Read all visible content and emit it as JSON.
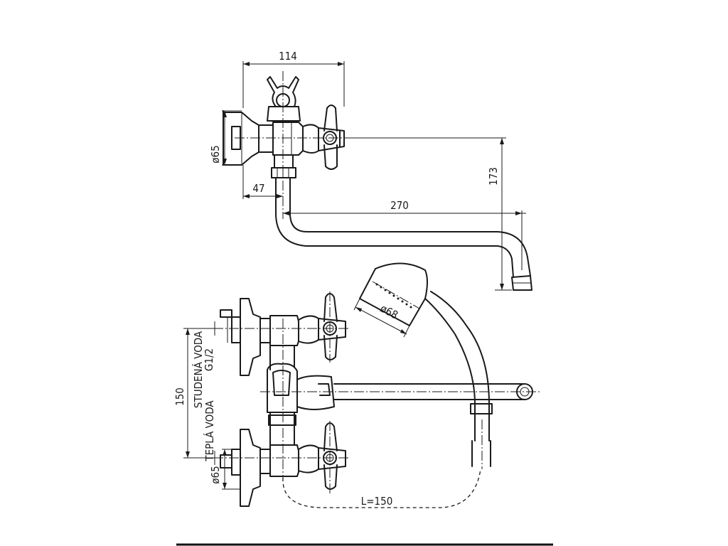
{
  "top_view": {
    "dim_width": "114",
    "dim_flange": "ø65",
    "dim_offset": "47",
    "dim_spout_length": "270",
    "dim_spout_height": "173"
  },
  "bottom_view": {
    "dim_cold_label": "STUDENÁ VODA",
    "dim_thread": "G1/2",
    "dim_hot_label": "TEPLÁ VODA",
    "dim_spacing": "150",
    "dim_flange": "ø65",
    "dim_hose": "L=150",
    "dim_shower_head": "ø68"
  }
}
